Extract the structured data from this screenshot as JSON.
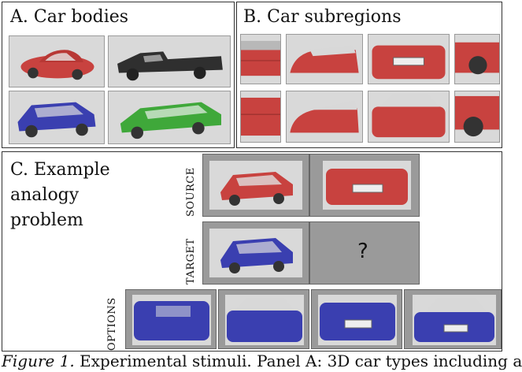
{
  "panel_a": {
    "title": "A. Car bodies"
  },
  "panel_b": {
    "title": "B. Car subregions"
  },
  "panel_c": {
    "title_lines": [
      "C. Example",
      "analogy",
      "problem"
    ],
    "source_label": "SOURCE",
    "target_label": "TARGET",
    "options_label": "OPTIONS",
    "unknown": "?"
  },
  "caption": {
    "figure": "Figure 1.",
    "text": " Experimental stimuli. Panel A: 3D car types including a"
  },
  "colors": {
    "red_car": "#c8423f",
    "blue_car": "#3a3fb0",
    "green_car": "#3fa83a",
    "black_car": "#333333",
    "thumb_bg": "#d9d9d9"
  }
}
